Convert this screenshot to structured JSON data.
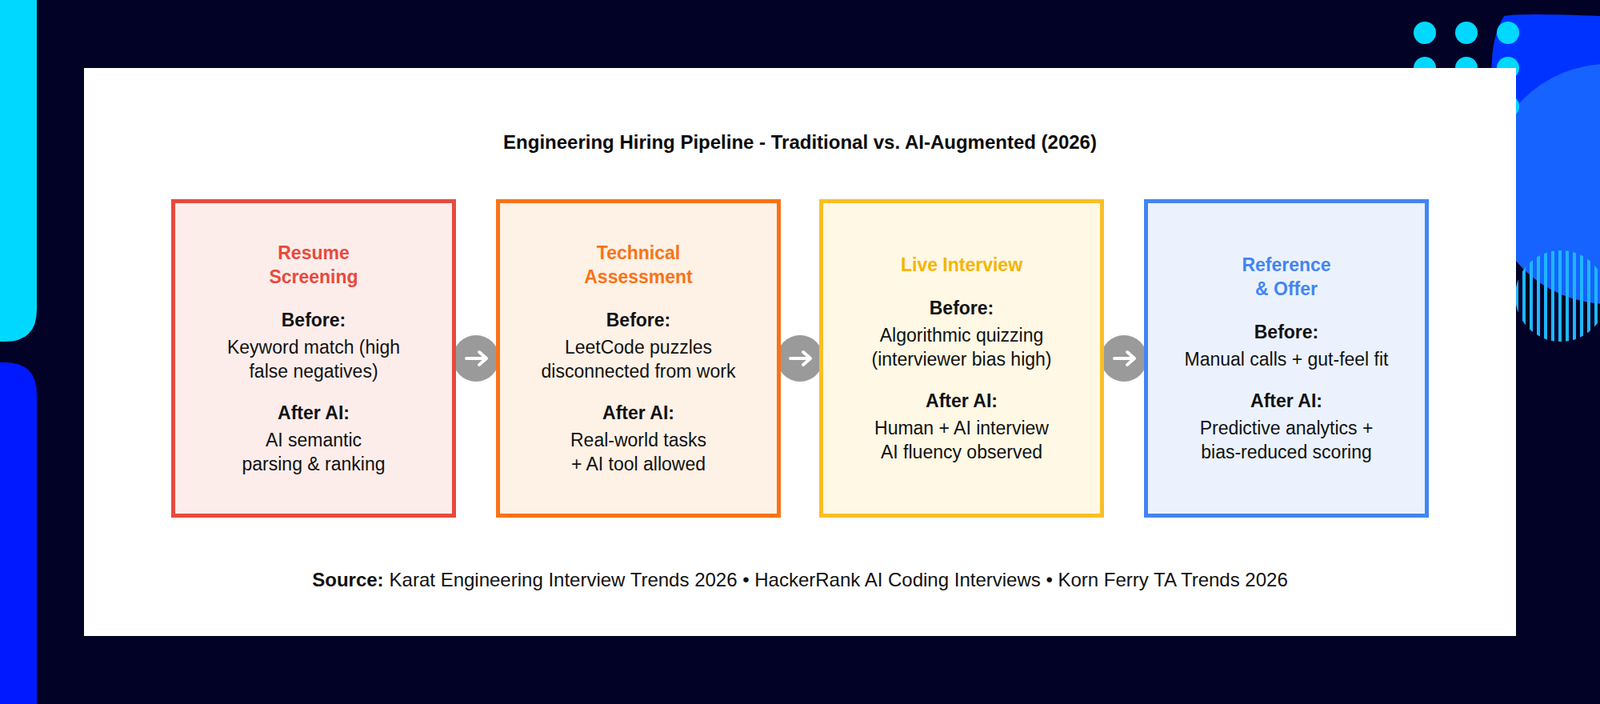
{
  "diagram": {
    "title": "Engineering Hiring Pipeline - Traditional vs. AI-Augmented (2026)",
    "nodes": [
      {
        "text": [
          "Resume Screening",
          "Before:",
          "Keyword match (high false negatives)",
          "After AI:",
          "AI semantic parsing & ranking"
        ]
      },
      {
        "text": [
          "Technical Assessment",
          "Before:",
          "LeetCode puzzles disconnected from work",
          "After AI:",
          "Real-world tasks + AI tool allowed"
        ]
      },
      {
        "text": [
          "Live Interview",
          "Before:",
          "Algorithmic quizzing (interviewer bias high)",
          "After AI:",
          "Human + AI interview AI fluency observed"
        ]
      },
      {
        "text": [
          "Reference & Offer",
          "Before:",
          "Manual calls + gut-feel fit",
          "After AI:",
          "Predictive analytics + bias-reduced scoring"
        ]
      }
    ],
    "edges": [
      {
        "from": 0,
        "to": 1,
        "arrow": "to"
      },
      {
        "from": 1,
        "to": 2,
        "arrow": "to"
      },
      {
        "from": 2,
        "to": 3,
        "arrow": "to"
      }
    ],
    "labels": [
      "Source:",
      "Karat Engineering Interview Trends 2026 • HackerRank AI Coding Interviews • Korn Ferry TA Trends 2026"
    ]
  }
}
